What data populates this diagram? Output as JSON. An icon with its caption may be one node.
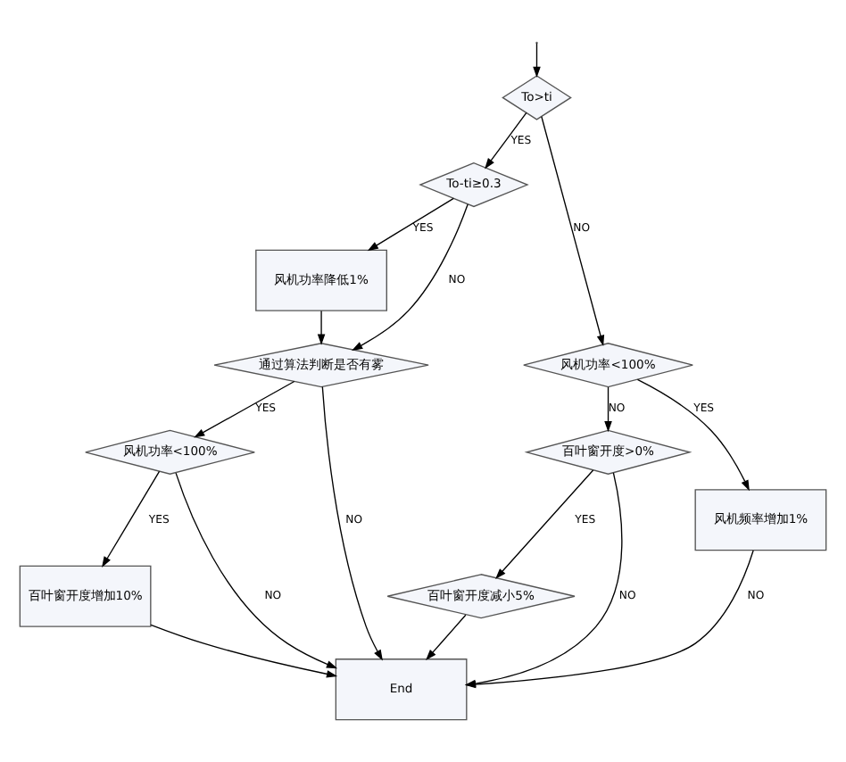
{
  "diagram": {
    "nodes": [
      {
        "text": [
          "To>ti"
        ]
      },
      {
        "text": [
          "To-ti≥0.3"
        ]
      },
      {
        "text": [
          "风机功率降低1%"
        ]
      },
      {
        "text": [
          "通过算法判断是否有雾"
        ]
      },
      {
        "text": [
          "风机功率<100%"
        ]
      },
      {
        "text": [
          "百叶窗开度增加10%"
        ]
      },
      {
        "text": [
          "风机功率<100%"
        ]
      },
      {
        "text": [
          "百叶窗开度>0%"
        ]
      },
      {
        "text": [
          "百叶窗开度减小5%"
        ]
      },
      {
        "text": [
          "风机频率增加1%"
        ]
      },
      {
        "text": [
          "End"
        ]
      }
    ],
    "edges": [
      {
        "from": null,
        "to": 0,
        "arrow": "to"
      },
      {
        "from": 0,
        "to": 6,
        "arrow": "to",
        "label": "NO"
      },
      {
        "from": 0,
        "to": 1,
        "arrow": "to",
        "label": "YES"
      },
      {
        "from": 1,
        "to": 2,
        "arrow": "to",
        "label": "YES"
      },
      {
        "from": 1,
        "to": 3,
        "arrow": "to",
        "label": "NO"
      },
      {
        "from": 2,
        "to": 3,
        "arrow": "to"
      },
      {
        "from": 3,
        "to": 10,
        "arrow": "to",
        "label": "NO"
      },
      {
        "from": 3,
        "to": 4,
        "arrow": "to",
        "label": "YES"
      },
      {
        "from": 4,
        "to": 10,
        "arrow": "to",
        "label": "NO"
      },
      {
        "from": 4,
        "to": 5,
        "arrow": "to",
        "label": "YES"
      },
      {
        "from": 5,
        "to": 10,
        "arrow": "to"
      },
      {
        "from": 6,
        "to": 9,
        "arrow": "to",
        "label": "YES"
      },
      {
        "from": 6,
        "to": 7,
        "arrow": "to",
        "label": "NO"
      },
      {
        "from": 7,
        "to": 8,
        "arrow": "to",
        "label": "YES"
      },
      {
        "from": 7,
        "to": 10,
        "arrow": "to",
        "label": "NO"
      },
      {
        "from": 8,
        "to": 10,
        "arrow": "to"
      },
      {
        "from": 9,
        "to": 10,
        "arrow": "to",
        "label": "NO"
      }
    ]
  }
}
